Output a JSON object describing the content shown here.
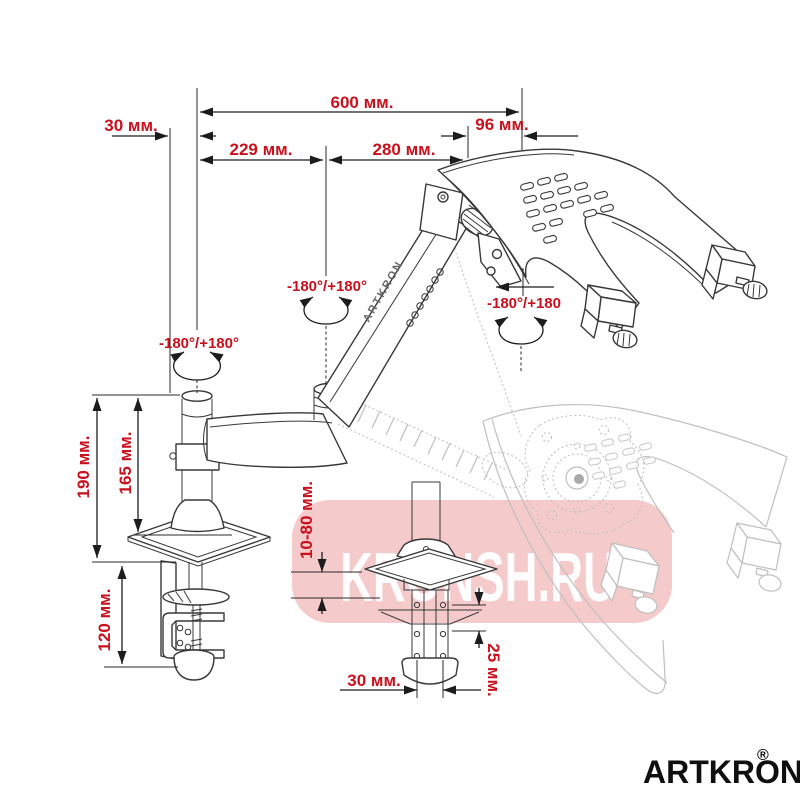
{
  "dimensions": {
    "total_reach": "600 мм.",
    "pole_edge_offset": "30 мм.",
    "lower_arm": "229 мм.",
    "upper_arm": "280 мм.",
    "tray_pivot_offset": "96 мм.",
    "pole_height": "190 мм.",
    "pole_upper_section": "165 мм.",
    "clamp_range": "120 мм.",
    "desk_thickness": "10-80 мм.",
    "grommet_hole": "30 мм.",
    "hole_spacing": "25 мм."
  },
  "rotation_labels": {
    "base": "-180°/+180°",
    "elbow": "-180°/+180°",
    "tray": "-180°/+180"
  },
  "arm_brand_text": "ARTKRON",
  "watermark_text": "KRONSH.RU",
  "logo": {
    "brand": "ARTKRON",
    "registered_mark": "®"
  },
  "colors": {
    "dimension_text": "#c9101c",
    "line_art": "#383838",
    "ghost_lines": "#bfbfbf",
    "watermark_background": "#f5caca",
    "watermark_text": "#ffffff",
    "logo_text": "#0f0f0f"
  }
}
